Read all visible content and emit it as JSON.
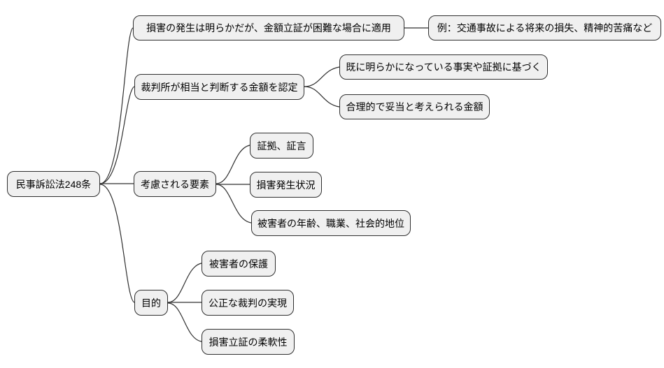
{
  "diagram": {
    "type": "mindmap",
    "direction": "left-to-right",
    "root": {
      "label": "民事訴訟法248条"
    },
    "branches": [
      {
        "label": "損害の発生は明らかだが、金額立証が困難な場合に適用",
        "children": [
          {
            "label": "例：交通事故による将来の損失、精神的苦痛など"
          }
        ]
      },
      {
        "label": "裁判所が相当と判断する金額を認定",
        "children": [
          {
            "label": "既に明らかになっている事実や証拠に基づく"
          },
          {
            "label": "合理的で妥当と考えられる金額"
          }
        ]
      },
      {
        "label": "考慮される要素",
        "children": [
          {
            "label": "証拠、証言"
          },
          {
            "label": "損害発生状況"
          },
          {
            "label": "被害者の年齢、職業、社会的地位"
          }
        ]
      },
      {
        "label": "目的",
        "children": [
          {
            "label": "被害者の保護"
          },
          {
            "label": "公正な裁判の実現"
          },
          {
            "label": "損害立証の柔軟性"
          }
        ]
      }
    ],
    "colors": {
      "node_fill": "#f0f0f0",
      "node_border": "#2f2f2f",
      "edge": "#2f2f2f",
      "text": "#000000",
      "background": "#ffffff"
    }
  }
}
